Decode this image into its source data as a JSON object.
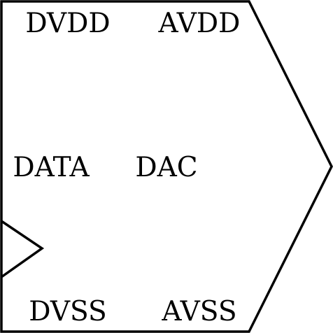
{
  "block": {
    "name": "DAC",
    "stroke_color": "#000000",
    "fill_color": "#ffffff"
  },
  "pins": {
    "top_left": "DVDD",
    "top_right": "AVDD",
    "input": "DATA",
    "bottom_left": "DVSS",
    "bottom_right": "AVSS"
  },
  "clock_marker": {
    "shape": "triangle"
  }
}
